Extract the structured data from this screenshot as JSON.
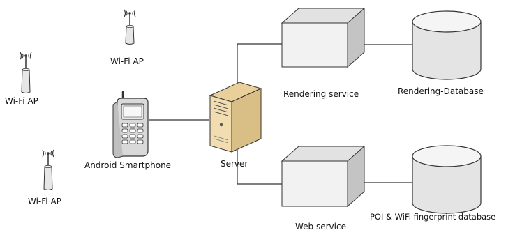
{
  "nodes": {
    "ap_top": {
      "label": "Wi-Fi AP",
      "icon": "wifi-access-point-icon"
    },
    "ap_left": {
      "label": "Wi-Fi AP",
      "icon": "wifi-access-point-icon"
    },
    "ap_bottom": {
      "label": "Wi-Fi AP",
      "icon": "wifi-access-point-icon"
    },
    "smartphone": {
      "label": "Android Smartphone",
      "icon": "smartphone-icon"
    },
    "server": {
      "label": "Server",
      "icon": "server-tower-icon"
    },
    "rendering_service": {
      "label": "Rendering service",
      "icon": "service-box-icon"
    },
    "web_service": {
      "label": "Web service",
      "icon": "service-box-icon"
    },
    "rendering_db": {
      "label": "Rendering-Database",
      "icon": "database-cylinder-icon"
    },
    "poi_db": {
      "label": "POI & WiFi fingerprint database",
      "icon": "database-cylinder-icon"
    }
  },
  "connections": [
    {
      "from": "smartphone",
      "to": "server"
    },
    {
      "from": "server",
      "to": "rendering_service"
    },
    {
      "from": "server",
      "to": "web_service"
    },
    {
      "from": "rendering_service",
      "to": "rendering_db"
    },
    {
      "from": "web_service",
      "to": "poi_db"
    }
  ],
  "colors": {
    "line": "#333333",
    "box_front": "#f2f2f2",
    "box_top": "#e2e2e2",
    "box_side": "#c4c4c4",
    "server_front": "#f1ddb0",
    "server_side": "#d9bf86",
    "server_top": "#e9d09a",
    "phone_body": "#d9d9d9",
    "phone_screen": "#e8e8e8"
  }
}
